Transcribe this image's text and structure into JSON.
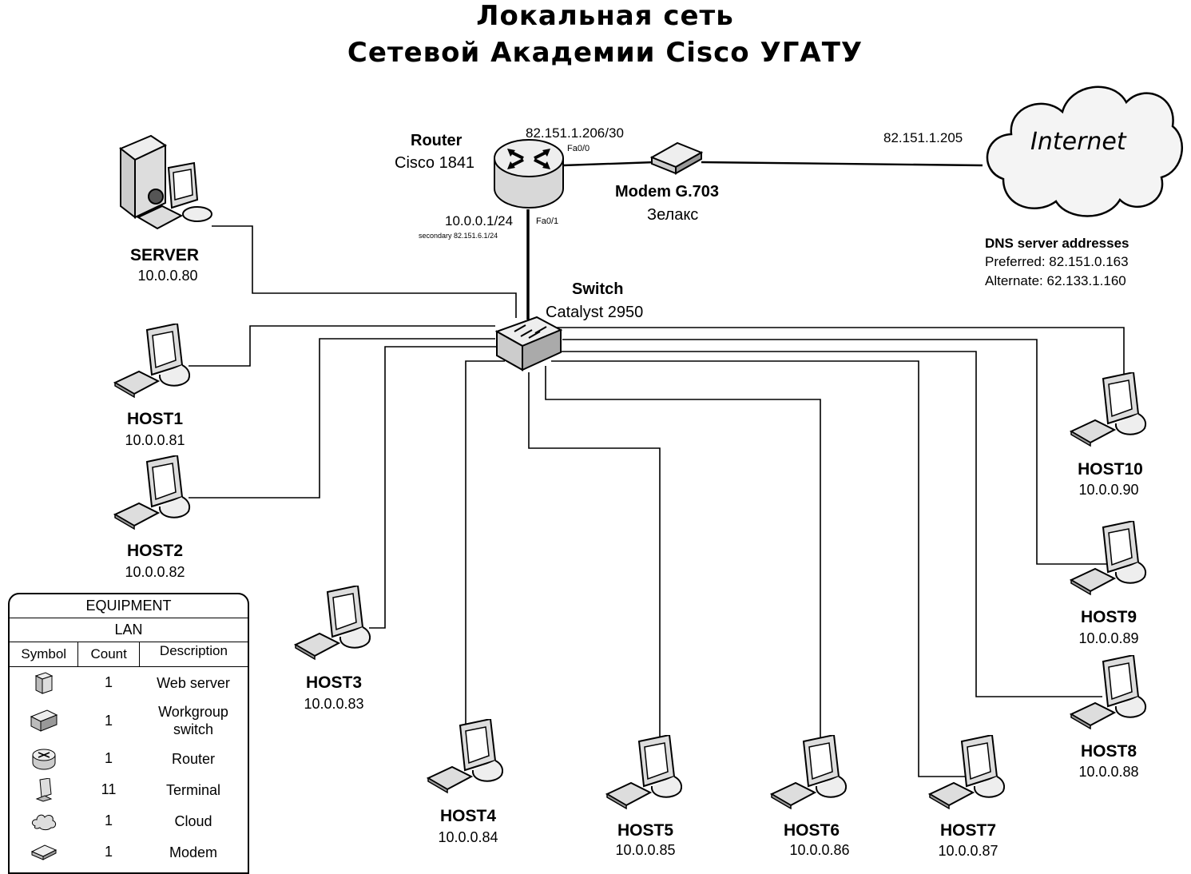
{
  "title": {
    "line1": "Локальная сеть",
    "line2": "Сетевой Академии Cisco УГАТУ"
  },
  "router": {
    "name": "Router",
    "model": "Cisco 1841",
    "wan_ip": "82.151.1.206/30",
    "wan_port": "Fa0/0",
    "lan_ip": "10.0.0.1/24",
    "lan_port": "Fa0/1",
    "secondary": "secondary 82.151.6.1/24"
  },
  "modem": {
    "name": "Modem G.703",
    "vendor": "Зелакс"
  },
  "internet": {
    "label": "Internet",
    "gateway_ip": "82.151.1.205"
  },
  "dns": {
    "title": "DNS server addresses",
    "preferred": "Preferred:  82.151.0.163",
    "alternate": "Alternate:  62.133.1.160"
  },
  "switch": {
    "name": "Switch",
    "model": "Catalyst 2950"
  },
  "server": {
    "name": "SERVER",
    "ip": "10.0.0.80"
  },
  "hosts": [
    {
      "name": "HOST1",
      "ip": "10.0.0.81"
    },
    {
      "name": "HOST2",
      "ip": "10.0.0.82"
    },
    {
      "name": "HOST3",
      "ip": "10.0.0.83"
    },
    {
      "name": "HOST4",
      "ip": "10.0.0.84"
    },
    {
      "name": "HOST5",
      "ip": "10.0.0.85"
    },
    {
      "name": "HOST6",
      "ip": "10.0.0.86"
    },
    {
      "name": "HOST7",
      "ip": "10.0.0.87"
    },
    {
      "name": "HOST8",
      "ip": "10.0.0.88"
    },
    {
      "name": "HOST9",
      "ip": "10.0.0.89"
    },
    {
      "name": "HOST10",
      "ip": "10.0.0.90"
    }
  ],
  "equipment": {
    "title": "EQUIPMENT",
    "subtitle": "LAN",
    "columns": [
      "Symbol",
      "Count",
      "Description"
    ],
    "rows": [
      {
        "icon": "server-icon",
        "count": "1",
        "description": "Web server"
      },
      {
        "icon": "switch-icon",
        "count": "1",
        "description": "Workgroup switch"
      },
      {
        "icon": "router-icon",
        "count": "1",
        "description": "Router"
      },
      {
        "icon": "terminal-icon",
        "count": "11",
        "description": "Terminal"
      },
      {
        "icon": "cloud-icon",
        "count": "1",
        "description": "Cloud"
      },
      {
        "icon": "modem-icon",
        "count": "1",
        "description": "Modem"
      }
    ]
  }
}
